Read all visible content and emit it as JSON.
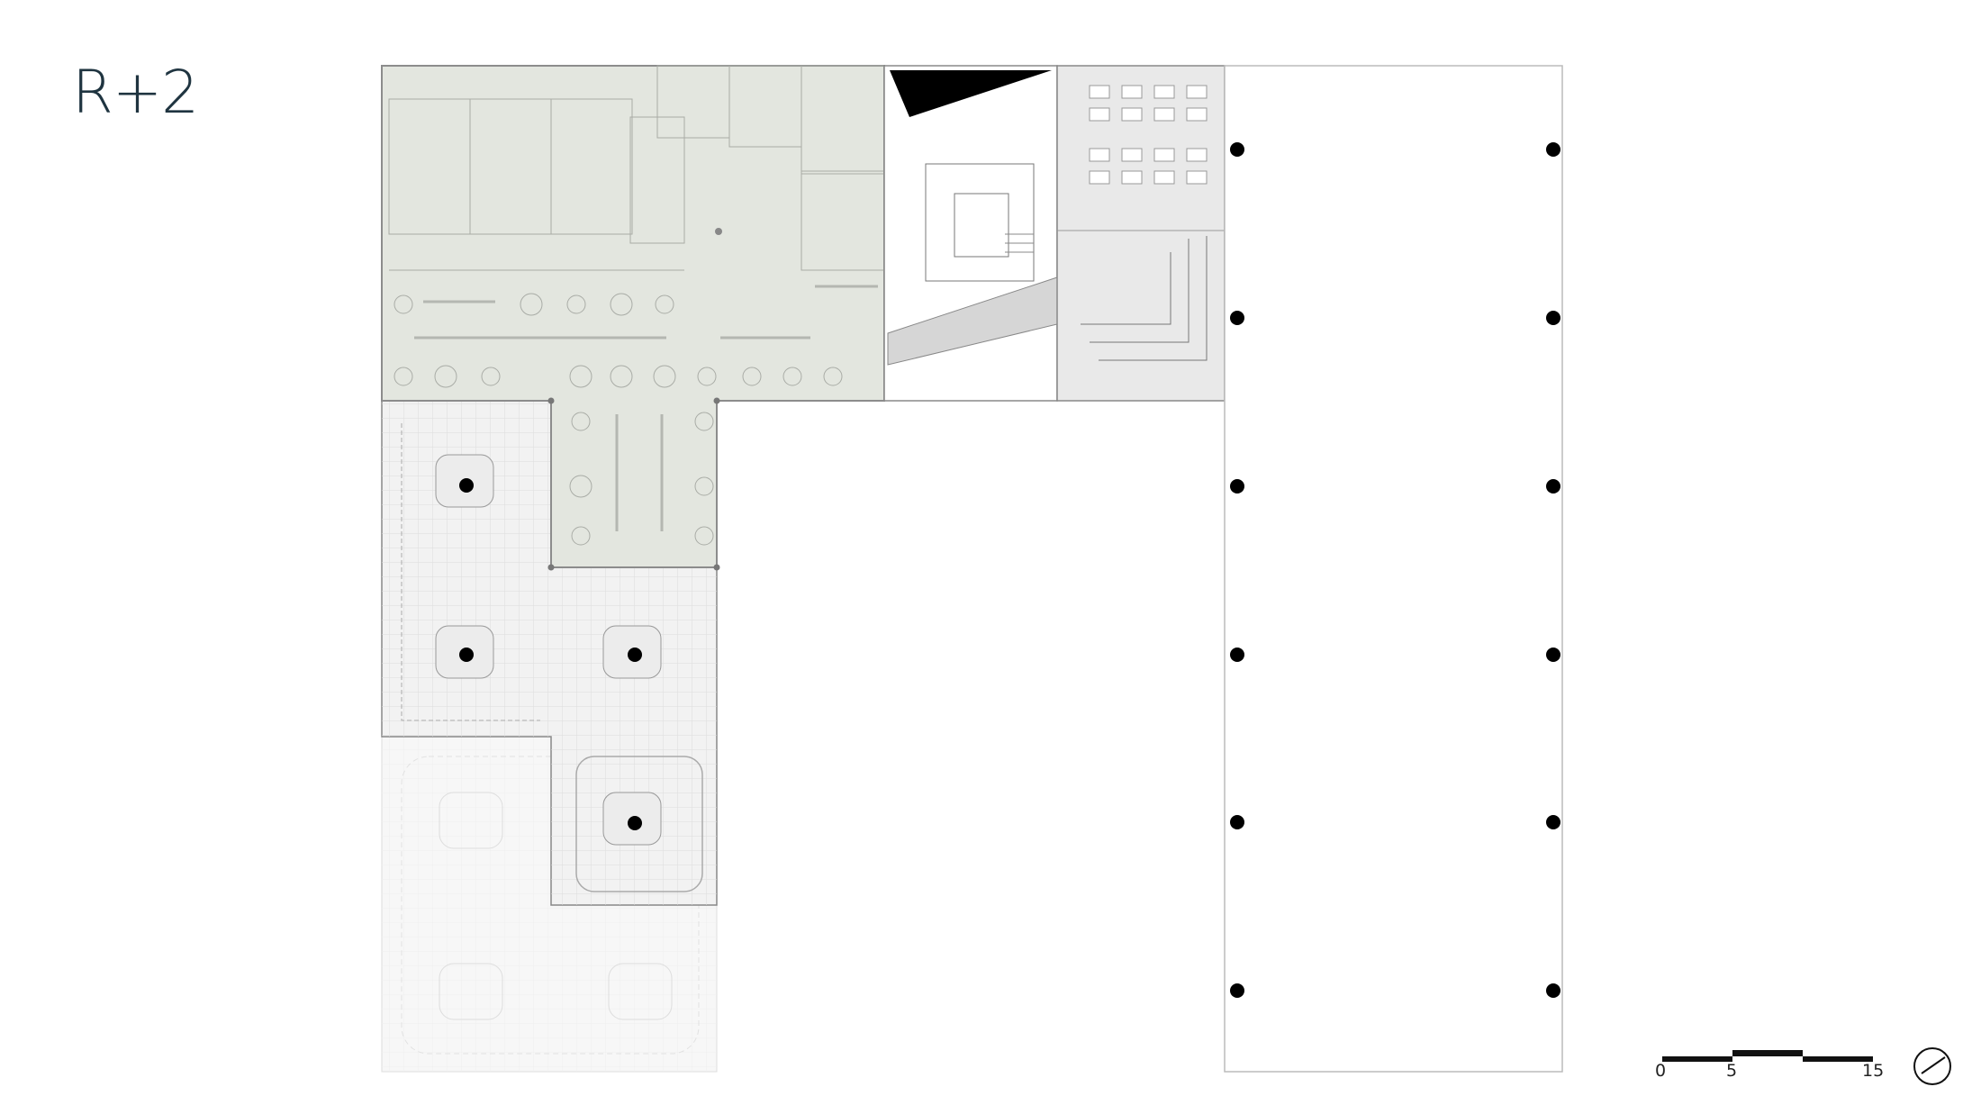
{
  "title": "R+2",
  "scale_bar": {
    "labels": [
      "0",
      "5",
      "15"
    ]
  },
  "colors": {
    "ink": "#1f3440",
    "zone_green": "#e3e6df",
    "zone_grey": "#e9e9e9",
    "zone_faded": "#f6f6f6",
    "lines": "#9a9a9a",
    "columns": "#000000"
  },
  "icons": [
    "north-arrow-icon"
  ]
}
